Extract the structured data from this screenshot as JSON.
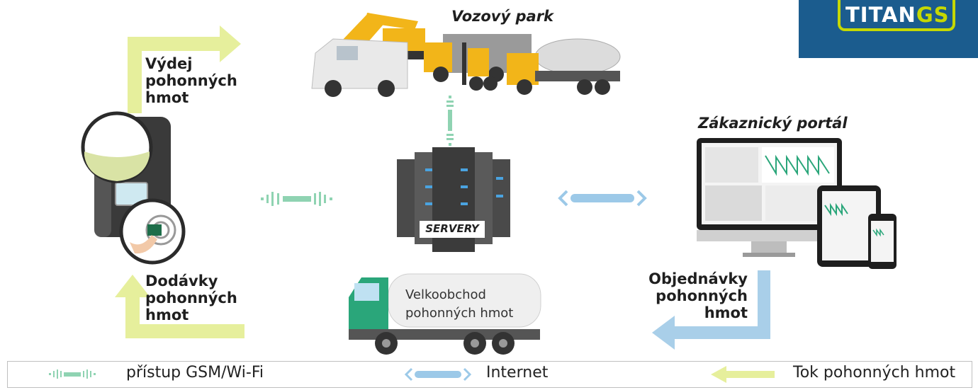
{
  "logo": {
    "part1": "TITAN",
    "part2": "GS"
  },
  "labels": {
    "fleet": "Vozový park",
    "portal": "Zákaznický portál",
    "issue": [
      "Výdej",
      "pohonných",
      "hmot"
    ],
    "deliveries": [
      "Dodávky",
      "pohonných",
      "hmot"
    ],
    "orders": [
      "Objednávky",
      "pohonných",
      "hmot"
    ],
    "servers": "SERVERY",
    "wholesale": [
      "Velkoobchod",
      "pohonných hmot"
    ]
  },
  "legend": {
    "gsm": "přístup GSM/Wi-Fi",
    "internet": "Internet",
    "fuel_flow": "Tok pohonných hmot"
  },
  "colors": {
    "fuel_arrow": "#e6ef9c",
    "gsm": "#8fd3b2",
    "internet": "#9cc9e8",
    "truck_cab": "#2aa67a",
    "logo_bg": "#1b5c8e",
    "logo_accent": "#c5d800"
  }
}
